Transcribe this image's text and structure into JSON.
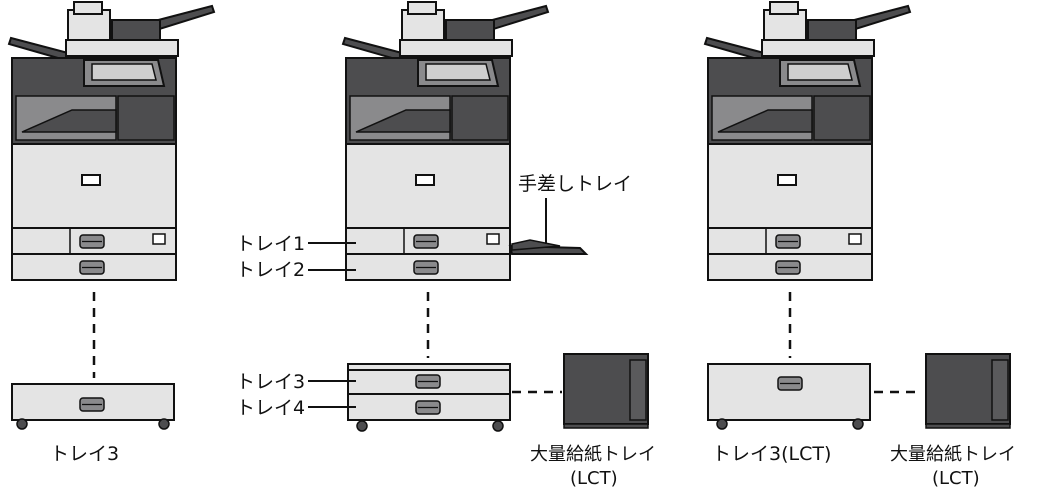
{
  "labels": {
    "unit1_tray": "トレイ3",
    "manual_tray": "手差しトレイ",
    "tray1": "トレイ1",
    "tray2": "トレイ2",
    "tray3": "トレイ3",
    "tray4": "トレイ4",
    "lct_line1": "大量給紙トレイ",
    "lct_line2": "(LCT)",
    "unit3_tray": "トレイ3(LCT)",
    "lct2_line1": "大量給紙トレイ",
    "lct2_line2": "(LCT)"
  },
  "colors": {
    "outline": "#111111",
    "dark_gray": "#4d4d4f",
    "mid_gray": "#8a8a8c",
    "light_gray": "#cfcfcf",
    "panel_gray": "#e4e4e4",
    "body_gray": "#d9d9d9"
  }
}
